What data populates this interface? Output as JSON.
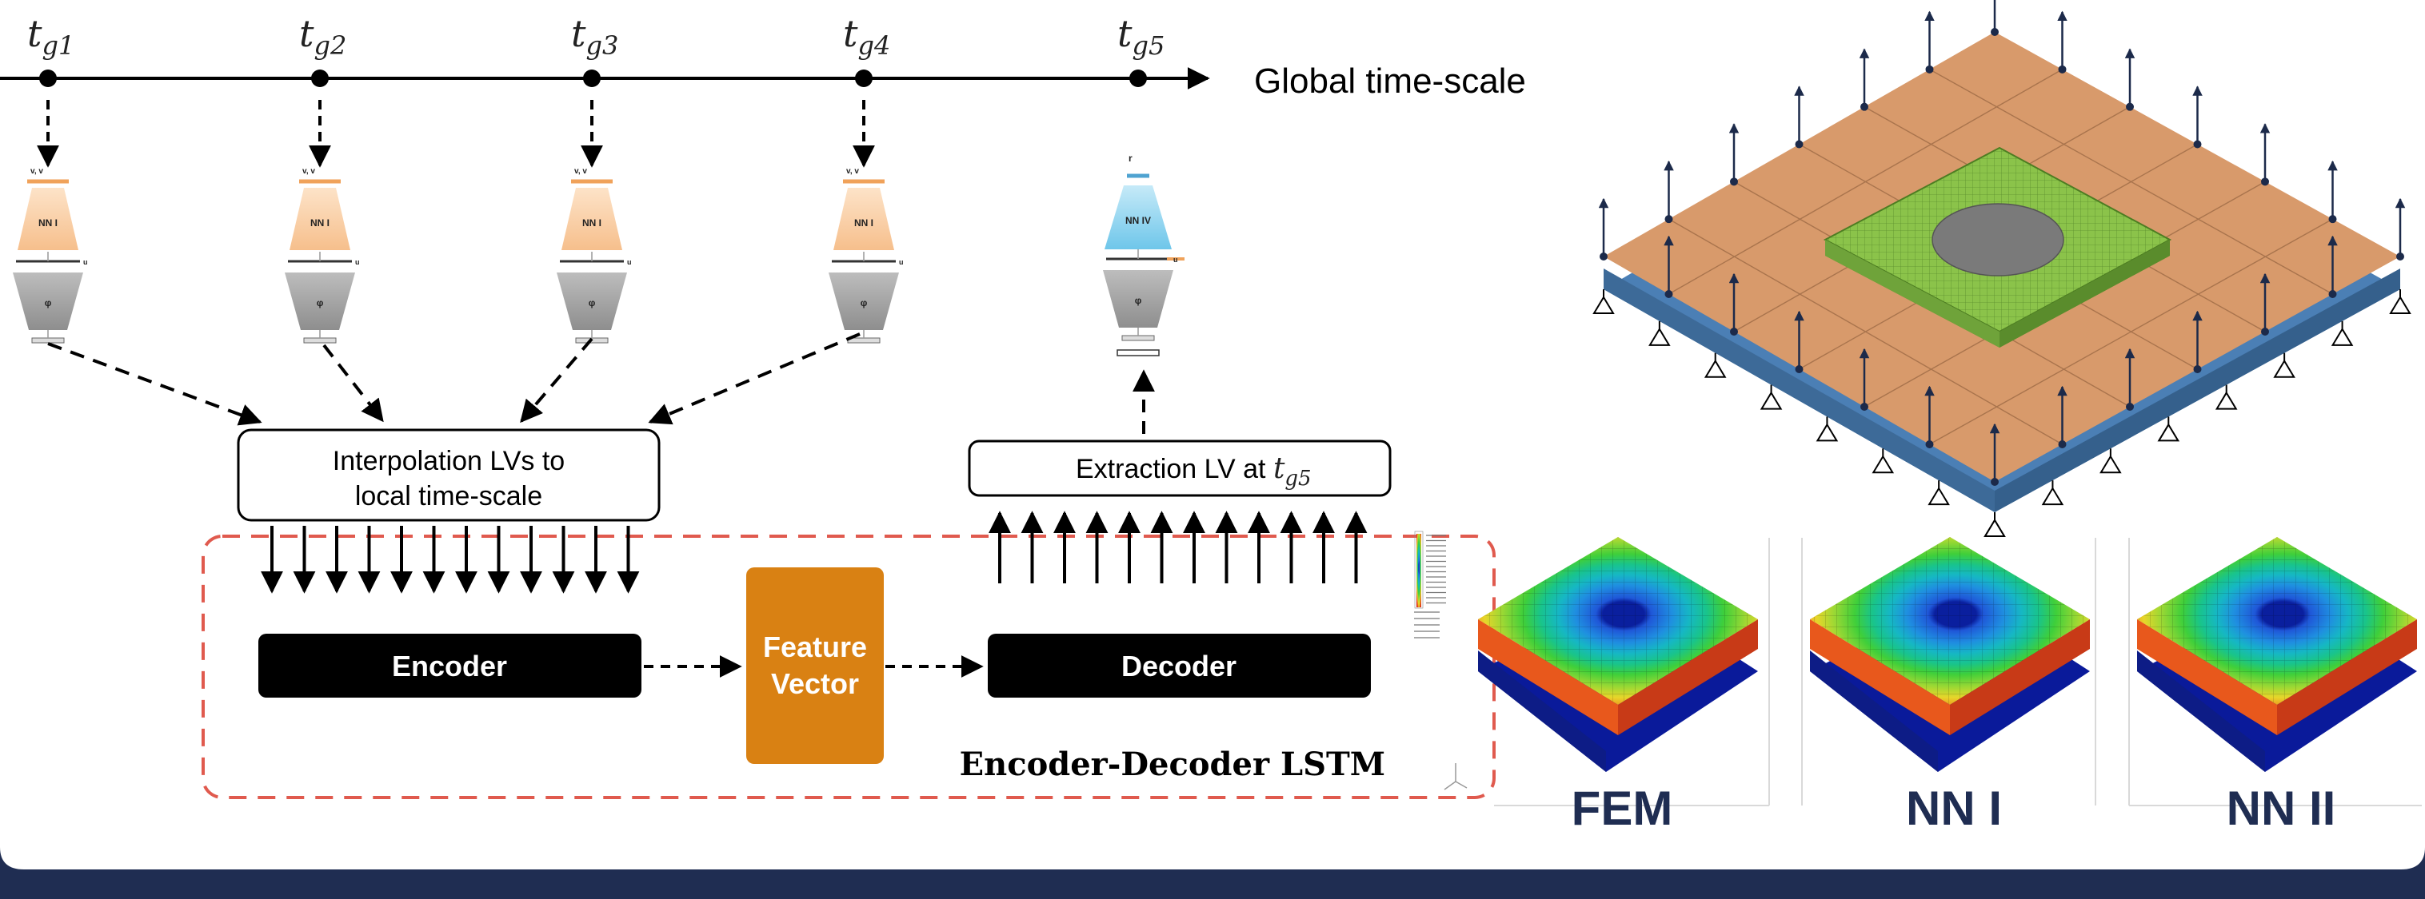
{
  "timeline": {
    "label": "Global time-scale",
    "points": [
      {
        "t": "t",
        "sub": "g1"
      },
      {
        "t": "t",
        "sub": "g2"
      },
      {
        "t": "t",
        "sub": "g3"
      },
      {
        "t": "t",
        "sub": "g4"
      },
      {
        "t": "t",
        "sub": "g5"
      }
    ]
  },
  "networks": [
    {
      "top_label": "NN I",
      "bottom_label": "φ",
      "inputs": "v, v",
      "out": "u"
    },
    {
      "top_label": "NN I",
      "bottom_label": "φ",
      "inputs": "v, v",
      "out": "u"
    },
    {
      "top_label": "NN I",
      "bottom_label": "φ",
      "inputs": "v, v",
      "out": "u"
    },
    {
      "top_label": "NN I",
      "bottom_label": "φ",
      "inputs": "v, v",
      "out": "u"
    },
    {
      "top_label": "NN IV",
      "bottom_label": "φ",
      "inputs": "r",
      "out": "u"
    }
  ],
  "interp_box": {
    "line1": "Interpolation LVs to",
    "line2": "local time-scale"
  },
  "extract_box": {
    "text": "Extraction LV at ",
    "t": "t",
    "sub": "g5"
  },
  "encoder": {
    "label": "Encoder"
  },
  "feature": {
    "line1": "Feature",
    "line2": "Vector"
  },
  "decoder": {
    "label": "Decoder"
  },
  "lstm_label": "Encoder-Decoder LSTM",
  "results": [
    {
      "label": "FEM"
    },
    {
      "label": "NN I"
    },
    {
      "label": "NN II"
    }
  ],
  "colors": {
    "nn_encoder": "#f9c99a",
    "nn_decoder": "#8fd0ee",
    "feature_box": "#d98113",
    "dashed_frame": "#e05a4e",
    "plate_top": "#d89a6b",
    "plate_base": "#4b7fb5",
    "mesh_green": "#8bc34a",
    "label_navy": "#1f2d52"
  }
}
